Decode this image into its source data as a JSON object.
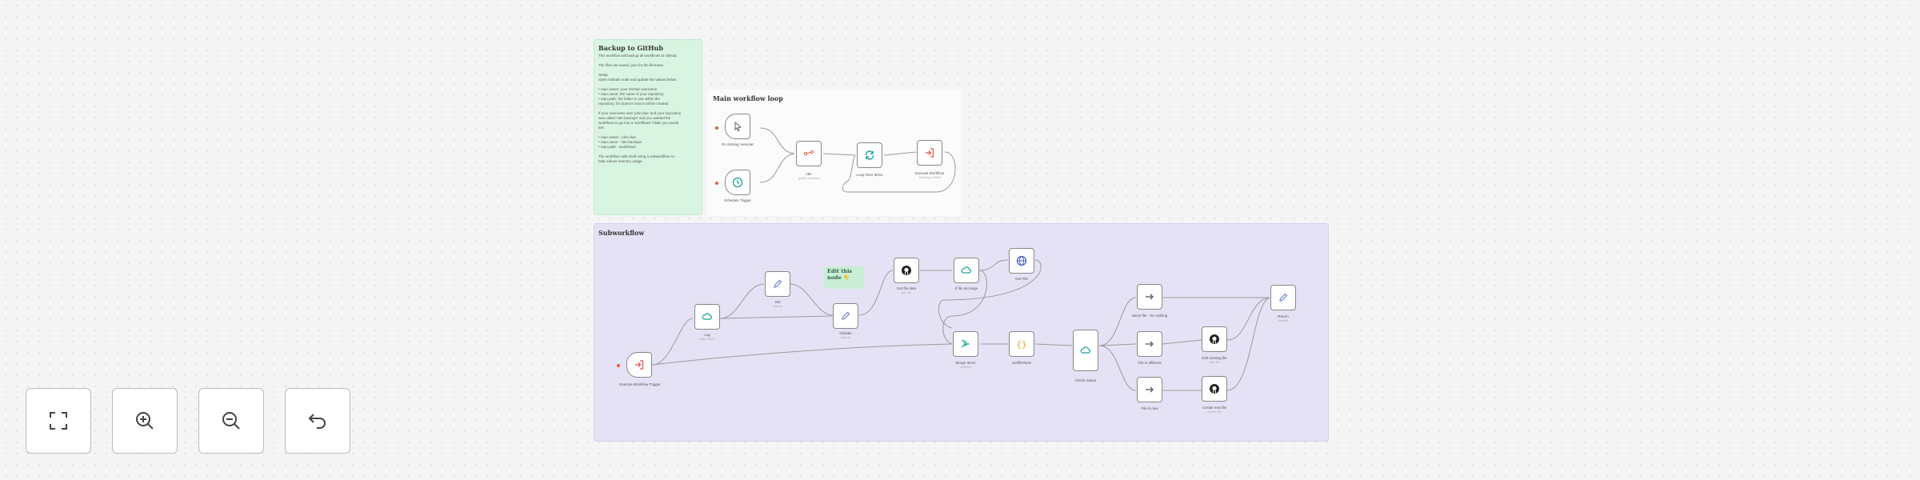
{
  "canvas": {
    "backup_note": {
      "title": "Backup to GitHub",
      "lines": [
        "This workflow will backup all workflows to GitHub.",
        "",
        "The files are saved .json for the filename.",
        "",
        "Setup",
        "Open Globals node and update the values below",
        "",
        "• repo.owner: your GitHub username",
        "• repo.name: the name of your repository",
        "• repo.path: the folder to use within the",
        "  repository, if it doesn't exist it will be created",
        "",
        "If your username was 'john-doe' and your repository",
        "was called 'n8n-backups' and you wanted the",
        "workflows to go into a 'workflows' folder you would",
        "set:",
        "",
        "• repo.owner - john-doe",
        "• repo.name - n8n-backups",
        "• repo.path - workflows/",
        "",
        "The workflow calls itself using a subworkflow, to",
        "help reduce memory usage."
      ]
    },
    "main_note": {
      "title": "Main workflow loop"
    },
    "sub_note": {
      "title": "Subworkflow"
    },
    "callout": {
      "text": "Edit this\nnode 👇"
    },
    "nodes": {
      "manual_trigger": {
        "label": "On clicking 'execute'"
      },
      "schedule_trigger": {
        "label": "Schedule Trigger"
      },
      "n8n": {
        "label": "n8n",
        "sub": "getAll: workflow"
      },
      "loop": {
        "label": "Loop Over Items"
      },
      "execute_workflow": {
        "label": "Execute Workflow",
        "sub": "Workflow 19988"
      },
      "exec_trigger": {
        "label": "Execute Workflow Trigger"
      },
      "log": {
        "label": "Log",
        "sub": "read: items"
      },
      "set_node_a": {
        "label": "Set",
        "sub": "manual"
      },
      "globals": {
        "label": "Globals",
        "sub": "manual"
      },
      "get_file": {
        "label": "Get file data",
        "sub": "get: file"
      },
      "if_file_too_large": {
        "label": "If file too large"
      },
      "get_file_2": {
        "label": "Get File"
      },
      "merge_items": {
        "label": "Merge Items",
        "sub": "combine"
      },
      "is_diff": {
        "label": "isDiffOrNew"
      },
      "check_status": {
        "label": "Check Status"
      },
      "same_file": {
        "label": "Same file - Do nothing"
      },
      "file_different": {
        "label": "File is different"
      },
      "file_new": {
        "label": "File is new"
      },
      "edit_existing": {
        "label": "Edit existing file",
        "sub": "edit: file"
      },
      "create_new": {
        "label": "Create new file",
        "sub": "create: file"
      },
      "return": {
        "label": "Return",
        "sub": "manual"
      }
    }
  },
  "controls": {
    "fit_view": "fit-view",
    "zoom_in": "zoom-in",
    "zoom_out": "zoom-out",
    "reset": "undo"
  },
  "colors": {
    "sticky_green": "#d9f5e1",
    "sticky_purple": "#e6e2f5",
    "trigger_accent": "#e25a4a",
    "github": "#222222",
    "edit": "#6a7fd6",
    "http": "#19a19a",
    "code": "#f0a030"
  }
}
